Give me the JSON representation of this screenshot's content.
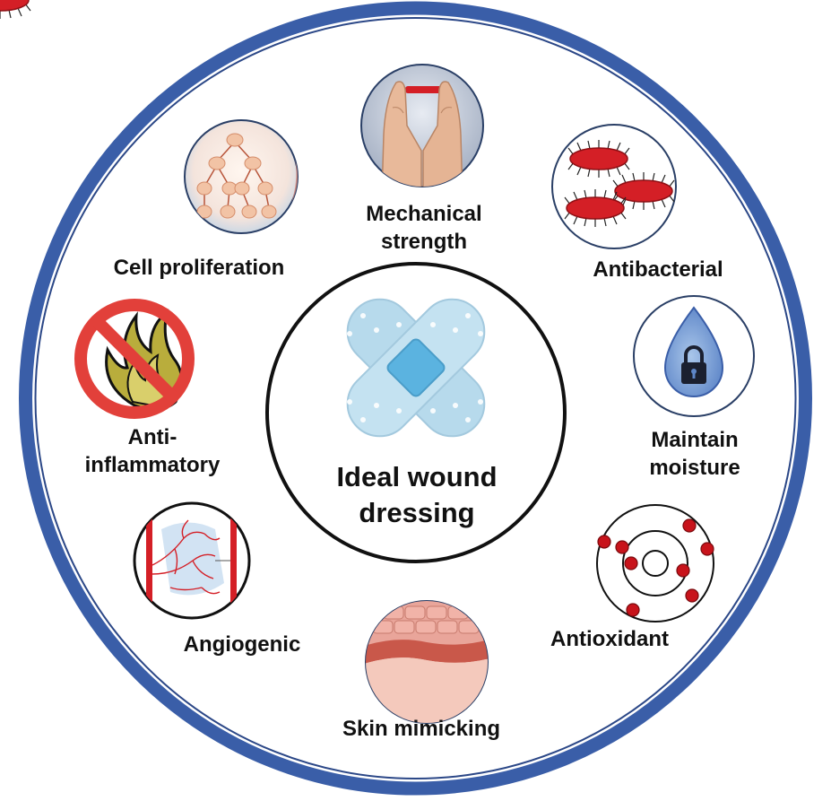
{
  "center": {
    "line1": "Ideal wound",
    "line2": "dressing"
  },
  "properties": {
    "mechanical": {
      "line1": "Mechanical",
      "line2": "strength",
      "icon": "hands-stretching-icon"
    },
    "cell": {
      "label": "Cell proliferation",
      "icon": "cell-division-icon"
    },
    "antibacterial": {
      "label": "Antibacterial",
      "icon": "bacteria-icon"
    },
    "moisture": {
      "line1": "Maintain",
      "line2": "moisture",
      "icon": "water-drop-lock-icon"
    },
    "antiinflammatory": {
      "line1": "Anti-",
      "line2": "inflammatory",
      "icon": "no-fire-icon"
    },
    "antioxidant": {
      "label": "Antioxidant",
      "icon": "atom-electrons-icon"
    },
    "angiogenic": {
      "label": "Angiogenic",
      "icon": "blood-vessels-icon"
    },
    "skin": {
      "label": "Skin mimicking",
      "icon": "skin-layers-icon"
    }
  },
  "colors": {
    "ring": "#3a5ea8",
    "bandage": "#b7daec",
    "pad": "#5bb3e0",
    "red": "#d41f26",
    "prohibit": "#e2403a",
    "flame": "#b9ad3c"
  }
}
